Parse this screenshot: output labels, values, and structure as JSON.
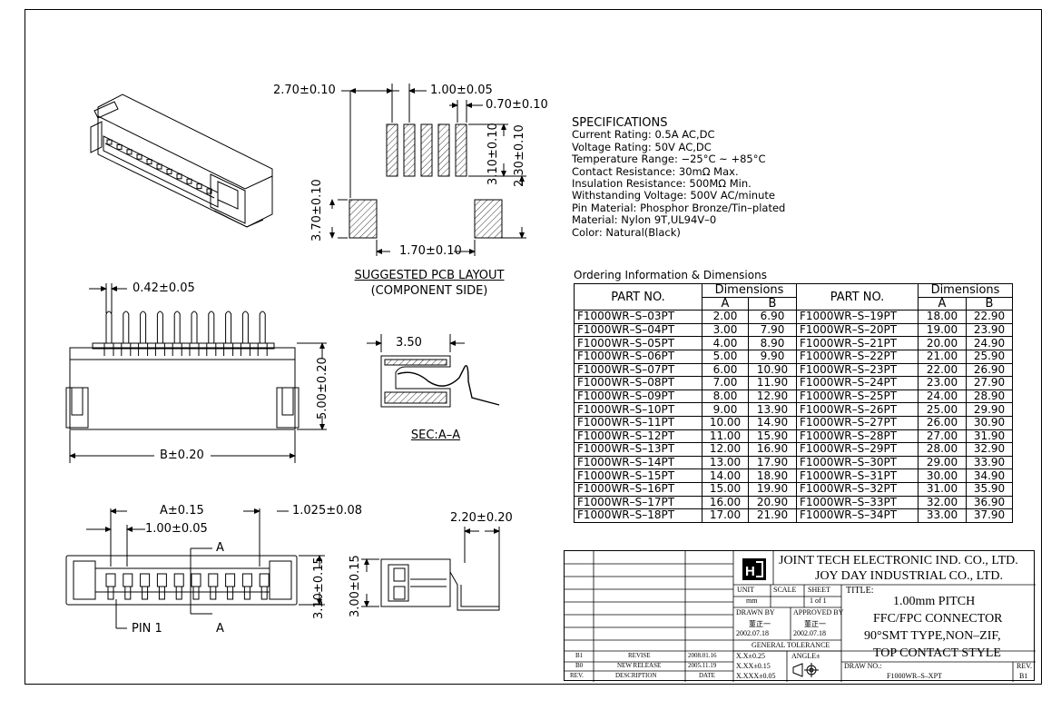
{
  "dims": {
    "d1": "2.70±0.10",
    "d2": "1.00±0.05",
    "d3": "0.70±0.10",
    "d4": "3.10±0.10",
    "d5": "2.30±0.10",
    "d6": "3.70±0.10",
    "d7": "1.70±0.10",
    "d8": "0.42±0.05",
    "d9": "5.00±0.20",
    "d10": "B±0.20",
    "d11": "3.50",
    "d12": "A±0.15",
    "d13": "1.025±0.08",
    "d14": "1.00±0.05",
    "d15": "2.20±0.20",
    "d16": "3.10±0.15",
    "d17": "3.00±0.15"
  },
  "labels": {
    "pcb_title": "SUGGESTED PCB LAYOUT",
    "pcb_sub": "(COMPONENT SIDE)",
    "sec": "SEC:A–A",
    "section_a": "A",
    "pin1": "PIN 1"
  },
  "specs": {
    "title": "SPECIFICATIONS",
    "lines": [
      "Current Rating: 0.5A AC,DC",
      "Voltage Rating: 50V AC,DC",
      "Temperature Range: −25°C ~ +85°C",
      "Contact Resistance: 30mΩ Max.",
      "Insulation Resistance: 500MΩ Min.",
      "Withstanding Voltage: 500V AC/minute",
      "Pin Material: Phosphor Bronze/Tin–plated",
      "Material: Nylon 9T,UL94V–0",
      "Color: Natural(Black)"
    ]
  },
  "ordering": {
    "title": "Ordering Information & Dimensions",
    "headers": {
      "part": "PART NO.",
      "dims": "Dimensions",
      "a": "A",
      "b": "B"
    },
    "left": [
      [
        "F1000WR–S–03PT",
        "2.00",
        "6.90"
      ],
      [
        "F1000WR–S–04PT",
        "3.00",
        "7.90"
      ],
      [
        "F1000WR–S–05PT",
        "4.00",
        "8.90"
      ],
      [
        "F1000WR–S–06PT",
        "5.00",
        "9.90"
      ],
      [
        "F1000WR–S–07PT",
        "6.00",
        "10.90"
      ],
      [
        "F1000WR–S–08PT",
        "7.00",
        "11.90"
      ],
      [
        "F1000WR–S–09PT",
        "8.00",
        "12.90"
      ],
      [
        "F1000WR–S–10PT",
        "9.00",
        "13.90"
      ],
      [
        "F1000WR–S–11PT",
        "10.00",
        "14.90"
      ],
      [
        "F1000WR–S–12PT",
        "11.00",
        "15.90"
      ],
      [
        "F1000WR–S–13PT",
        "12.00",
        "16.90"
      ],
      [
        "F1000WR–S–14PT",
        "13.00",
        "17.90"
      ],
      [
        "F1000WR–S–15PT",
        "14.00",
        "18.90"
      ],
      [
        "F1000WR–S–16PT",
        "15.00",
        "19.90"
      ],
      [
        "F1000WR–S–17PT",
        "16.00",
        "20.90"
      ],
      [
        "F1000WR–S–18PT",
        "17.00",
        "21.90"
      ]
    ],
    "right": [
      [
        "F1000WR–S–19PT",
        "18.00",
        "22.90"
      ],
      [
        "F1000WR–S–20PT",
        "19.00",
        "23.90"
      ],
      [
        "F1000WR–S–21PT",
        "20.00",
        "24.90"
      ],
      [
        "F1000WR–S–22PT",
        "21.00",
        "25.90"
      ],
      [
        "F1000WR–S–23PT",
        "22.00",
        "26.90"
      ],
      [
        "F1000WR–S–24PT",
        "23.00",
        "27.90"
      ],
      [
        "F1000WR–S–25PT",
        "24.00",
        "28.90"
      ],
      [
        "F1000WR–S–26PT",
        "25.00",
        "29.90"
      ],
      [
        "F1000WR–S–27PT",
        "26.00",
        "30.90"
      ],
      [
        "F1000WR–S–28PT",
        "27.00",
        "31.90"
      ],
      [
        "F1000WR–S–29PT",
        "28.00",
        "32.90"
      ],
      [
        "F1000WR–S–30PT",
        "29.00",
        "33.90"
      ],
      [
        "F1000WR–S–31PT",
        "30.00",
        "34.90"
      ],
      [
        "F1000WR–S–32PT",
        "31.00",
        "35.90"
      ],
      [
        "F1000WR–S–33PT",
        "32.00",
        "36.90"
      ],
      [
        "F1000WR–S–34PT",
        "33.00",
        "37.90"
      ]
    ]
  },
  "titleblock": {
    "company1": "JOINT TECH ELECTRONIC IND. CO., LTD.",
    "company2": "JOY DAY INDUSTRIAL CO., LTD.",
    "unit_label": "UNIT",
    "unit": "mm",
    "scale_label": "SCALE",
    "sheet_label": "SHEET",
    "sheet": "1 of 1",
    "drawn_label": "DRAWN BY",
    "drawn_by": "董正一",
    "drawn_date": "2002.07.18",
    "approved_label": "APPROVED BY",
    "approved_by": "董正一",
    "approved_date": "2002.07.18",
    "tol_label": "GENERAL TOLERANCE",
    "tol1": "X.X±0.25",
    "tol2": "X.XX±0.15",
    "tol3": "X.XXX±0.05",
    "angle_label": "ANGLE±",
    "title_label": "TITLE:",
    "title1": "1.00mm PITCH",
    "title2": "FFC/FPC CONNECTOR",
    "title3": "90°SMT TYPE,NON–ZIF,",
    "title4": "TOP CONTACT STYLE",
    "draw_no_label": "DRAW NO.:",
    "draw_no": "F1000WR–S–XPT",
    "rev_label": "REV.",
    "rev": "B1",
    "rev_rows": [
      {
        "rev": "B1",
        "desc": "REVISE",
        "date": "2008.01.16"
      },
      {
        "rev": "B0",
        "desc": "NEW RELEASE",
        "date": "2005.11.19"
      }
    ],
    "rev_head": {
      "rev": "REV.",
      "desc": "DESCRIPTION",
      "date": "DATE"
    }
  }
}
